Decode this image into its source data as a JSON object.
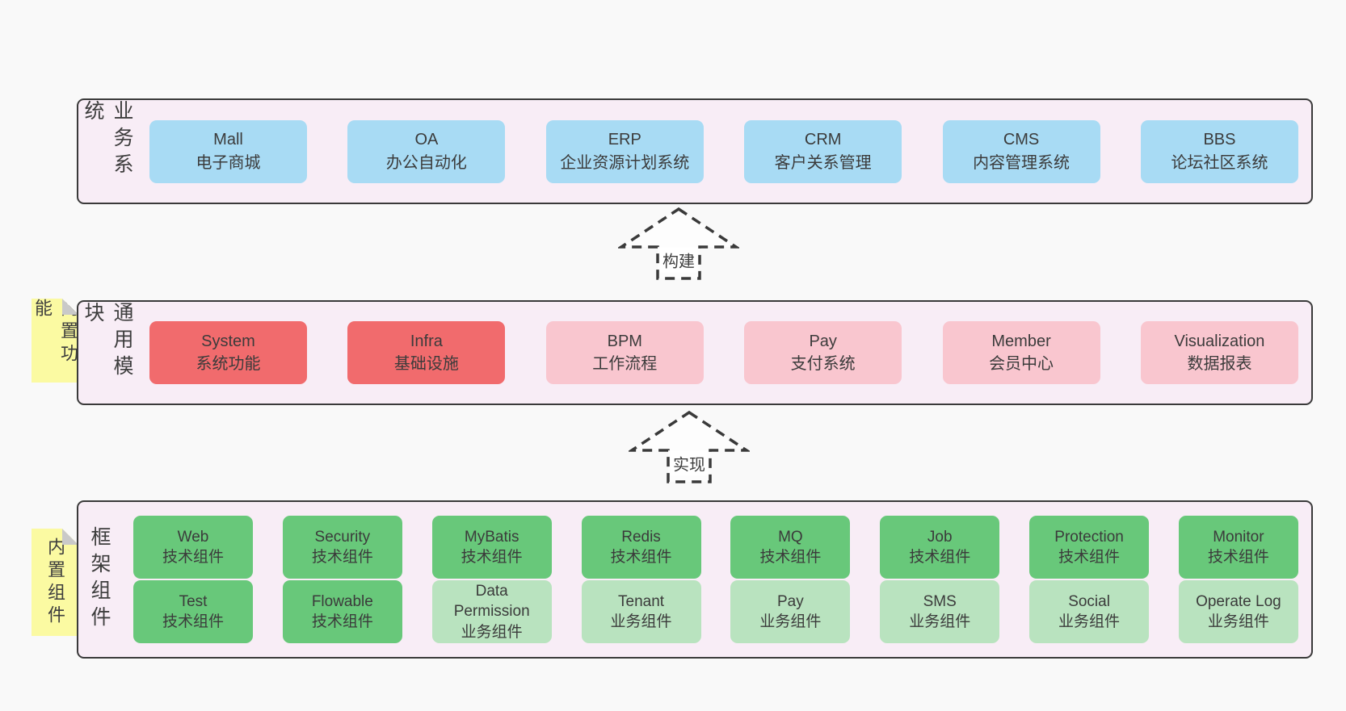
{
  "colors": {
    "page_bg": "#f9f9f9",
    "band_bg": "#f8edf6",
    "band_border": "#3a3a3a",
    "blue": "#a8dbf4",
    "red": "#f16b6d",
    "pink": "#f9c6cf",
    "green_dark": "#68c87a",
    "green_light": "#b9e3bf",
    "sticky_yellow": "#fbfaa2",
    "sticky_fold": "#c9c9c9",
    "text": "#3d3d3d"
  },
  "arrows": {
    "build": {
      "label": "构建"
    },
    "implement": {
      "label": "实现"
    }
  },
  "business_band": {
    "label": "业务系统",
    "boxes": [
      {
        "name": "Mall",
        "desc": "电子商城"
      },
      {
        "name": "OA",
        "desc": "办公自动化"
      },
      {
        "name": "ERP",
        "desc": "企业资源计划系统"
      },
      {
        "name": "CRM",
        "desc": "客户关系管理"
      },
      {
        "name": "CMS",
        "desc": "内容管理系统"
      },
      {
        "name": "BBS",
        "desc": "论坛社区系统"
      }
    ]
  },
  "module_band": {
    "label": "通用模块",
    "sticky": "内置功能",
    "boxes": [
      {
        "name": "System",
        "desc": "系统功能",
        "tone": "red"
      },
      {
        "name": "Infra",
        "desc": "基础设施",
        "tone": "red"
      },
      {
        "name": "BPM",
        "desc": "工作流程",
        "tone": "pink"
      },
      {
        "name": "Pay",
        "desc": "支付系统",
        "tone": "pink"
      },
      {
        "name": "Member",
        "desc": "会员中心",
        "tone": "pink"
      },
      {
        "name": "Visualization",
        "desc": "数据报表",
        "tone": "pink"
      }
    ]
  },
  "component_band": {
    "label": "框架组件",
    "sticky": "内置组件",
    "row1": [
      {
        "name": "Web",
        "desc": "技术组件",
        "tone": "green-dark"
      },
      {
        "name": "Security",
        "desc": "技术组件",
        "tone": "green-dark"
      },
      {
        "name": "MyBatis",
        "desc": "技术组件",
        "tone": "green-dark"
      },
      {
        "name": "Redis",
        "desc": "技术组件",
        "tone": "green-dark"
      },
      {
        "name": "MQ",
        "desc": "技术组件",
        "tone": "green-dark"
      },
      {
        "name": "Job",
        "desc": "技术组件",
        "tone": "green-dark"
      },
      {
        "name": "Protection",
        "desc": "技术组件",
        "tone": "green-dark"
      },
      {
        "name": "Monitor",
        "desc": "技术组件",
        "tone": "green-dark"
      }
    ],
    "row2": [
      {
        "name": "Test",
        "desc": "技术组件",
        "tone": "green-dark"
      },
      {
        "name": "Flowable",
        "desc": "技术组件",
        "tone": "green-dark"
      },
      {
        "name": "Data Permission",
        "desc": "业务组件",
        "tone": "green-light"
      },
      {
        "name": "Tenant",
        "desc": "业务组件",
        "tone": "green-light"
      },
      {
        "name": "Pay",
        "desc": "业务组件",
        "tone": "green-light"
      },
      {
        "name": "SMS",
        "desc": "业务组件",
        "tone": "green-light"
      },
      {
        "name": "Social",
        "desc": "业务组件",
        "tone": "green-light"
      },
      {
        "name": "Operate Log",
        "desc": "业务组件",
        "tone": "green-light"
      }
    ]
  }
}
